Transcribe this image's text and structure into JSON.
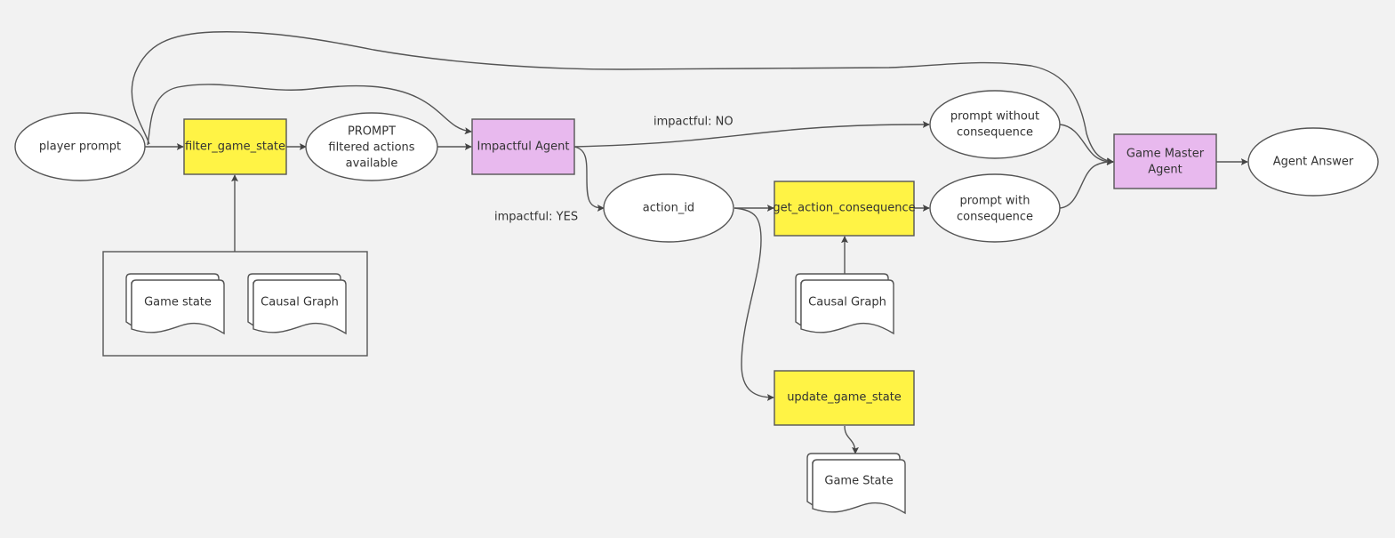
{
  "colors": {
    "background": "#f2f2f2",
    "process": "#fff345",
    "agent": "#e8b9ee",
    "terminal": "#ffffff",
    "stroke": "#555555",
    "text": "#333333"
  },
  "nodes": {
    "player_prompt": {
      "label": [
        "player prompt"
      ],
      "type": "ellipse"
    },
    "filter_game_state": {
      "label": [
        "filter_game_state"
      ],
      "type": "process"
    },
    "prompt_filtered": {
      "label": [
        "PROMPT",
        "filtered actions",
        "available"
      ],
      "type": "ellipse"
    },
    "impactful_agent": {
      "label": [
        "Impactful Agent"
      ],
      "type": "agent"
    },
    "action_id": {
      "label": [
        "action_id"
      ],
      "type": "ellipse"
    },
    "get_action_consequence": {
      "label": [
        "get_action_consequence"
      ],
      "type": "process"
    },
    "prompt_without": {
      "label": [
        "prompt without",
        "consequence"
      ],
      "type": "ellipse"
    },
    "prompt_with": {
      "label": [
        "prompt with",
        "consequence"
      ],
      "type": "ellipse"
    },
    "game_master_agent": {
      "label": [
        "Game Master",
        "Agent"
      ],
      "type": "agent"
    },
    "agent_answer": {
      "label": [
        "Agent Answer"
      ],
      "type": "ellipse"
    },
    "update_game_state": {
      "label": [
        "update_game_state"
      ],
      "type": "process"
    },
    "doc_game_state_1": {
      "label": [
        "Game state"
      ],
      "type": "document"
    },
    "doc_causal_graph_1": {
      "label": [
        "Causal Graph"
      ],
      "type": "document"
    },
    "doc_causal_graph_2": {
      "label": [
        "Causal Graph"
      ],
      "type": "document"
    },
    "doc_game_state_2": {
      "label": [
        "Game State"
      ],
      "type": "document"
    }
  },
  "edge_labels": {
    "impactful_no": "impactful: NO",
    "impactful_yes": "impactful: YES"
  },
  "edges": [
    {
      "from": "player_prompt",
      "to": "filter_game_state"
    },
    {
      "from": "filter_game_state",
      "to": "prompt_filtered"
    },
    {
      "from": "prompt_filtered",
      "to": "impactful_agent"
    },
    {
      "from": "player_prompt",
      "to": "impactful_agent"
    },
    {
      "from": "player_prompt",
      "to": "game_master_agent"
    },
    {
      "from": "data_group",
      "to": "filter_game_state"
    },
    {
      "from": "impactful_agent",
      "to": "prompt_without",
      "label": "impactful_no"
    },
    {
      "from": "impactful_agent",
      "to": "action_id",
      "label": "impactful_yes"
    },
    {
      "from": "action_id",
      "to": "get_action_consequence"
    },
    {
      "from": "action_id",
      "to": "update_game_state"
    },
    {
      "from": "doc_causal_graph_2",
      "to": "get_action_consequence"
    },
    {
      "from": "get_action_consequence",
      "to": "prompt_with"
    },
    {
      "from": "prompt_without",
      "to": "game_master_agent"
    },
    {
      "from": "prompt_with",
      "to": "game_master_agent"
    },
    {
      "from": "game_master_agent",
      "to": "agent_answer"
    },
    {
      "from": "update_game_state",
      "to": "doc_game_state_2"
    }
  ]
}
